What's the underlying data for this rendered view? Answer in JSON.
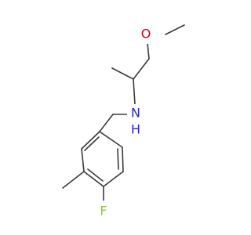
{
  "molecule": {
    "atoms": {
      "oxygen": {
        "label": "O",
        "color": "#d40000"
      },
      "nitrogen": {
        "label": "N",
        "color": "#2525d8"
      },
      "hydrogen": {
        "label": "H",
        "color": "#2525d8"
      },
      "fluorine": {
        "label": "F",
        "color": "#8fc43a"
      }
    },
    "bond_color": "#3a3a3a"
  }
}
